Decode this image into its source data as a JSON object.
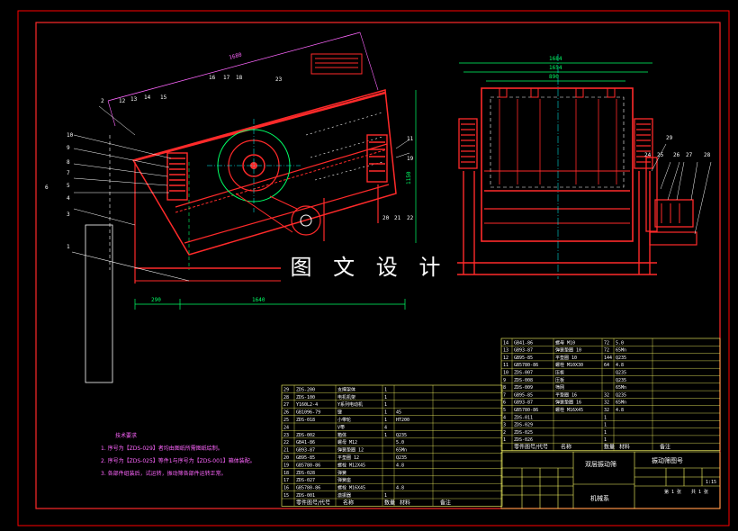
{
  "watermark": "图 文 设 计",
  "colors": {
    "background": "#000000",
    "frame": "#ff0000",
    "machine": "#ff2a2a",
    "dimension": "#00ff66",
    "table_line": "#ffff66",
    "table_text": "#ffffff",
    "notes": "#ff66ff",
    "centerline": "#00ffff"
  },
  "tech_notes": {
    "title": "技术要求",
    "lines": [
      "1. 序号为【ZDS-029】者均由图纸所需图纸绘制。",
      "2. 序号为【ZDS-025】等件1与序号为【ZDS-001】箱体装配。",
      "3. 各部件组装后，试运转，振动筛各部件运转正常。"
    ]
  },
  "parts_left": {
    "header": [
      "零件图号/代号",
      "名称",
      "数量",
      "材料",
      "备注"
    ],
    "rows": [
      [
        "29",
        "ZDS-200",
        "支撑架体",
        "1",
        "",
        ""
      ],
      [
        "28",
        "ZDS-100",
        "电机机架",
        "1",
        "",
        ""
      ],
      [
        "27",
        "Y160L2-4",
        "Y系列电动机",
        "1",
        "",
        ""
      ],
      [
        "26",
        "GB1096-79",
        "键",
        "1",
        "45",
        ""
      ],
      [
        "25",
        "ZDS-018",
        "小带轮",
        "1",
        "HT200",
        ""
      ],
      [
        "24",
        "",
        "V带",
        "4",
        "",
        ""
      ],
      [
        "23",
        "ZDS-002",
        "箱体",
        "1",
        "Q235",
        ""
      ],
      [
        "22",
        "GB41-86",
        "螺母 M12",
        "",
        "5.0",
        ""
      ],
      [
        "21",
        "GB93-87",
        "弹簧垫圈 12",
        "",
        "65Mn",
        ""
      ],
      [
        "20",
        "GB95-85",
        "平垫圈 12",
        "",
        "Q235",
        ""
      ],
      [
        "19",
        "GB5780-86",
        "螺栓 M12X45",
        "",
        "4.8",
        ""
      ],
      [
        "18",
        "ZDS-028",
        "弹簧",
        "",
        "",
        ""
      ],
      [
        "17",
        "ZDS-027",
        "弹簧座",
        "",
        "",
        ""
      ],
      [
        "16",
        "GB5780-86",
        "螺栓 M16X45",
        "",
        "4.8",
        ""
      ],
      [
        "15",
        "ZDS-001",
        "激振器",
        "1",
        "",
        ""
      ]
    ]
  },
  "parts_right": {
    "header": [
      "零件图号/代号",
      "名称",
      "数量",
      "材料",
      "备注"
    ],
    "rows": [
      [
        "14",
        "GB41-86",
        "螺母 M10",
        "72",
        "5.0",
        ""
      ],
      [
        "13",
        "GB93-87",
        "弹簧垫圈 10",
        "72",
        "65Mn",
        ""
      ],
      [
        "12",
        "GB95-85",
        "平垫圈 10",
        "144",
        "Q235",
        ""
      ],
      [
        "11",
        "GB5780-86",
        "螺栓 M10X30",
        "64",
        "4.8",
        ""
      ],
      [
        "10",
        "ZDS-007",
        "压板",
        "",
        "Q235",
        ""
      ],
      [
        "9",
        "ZDS-008",
        "压板",
        "",
        "Q235",
        ""
      ],
      [
        "8",
        "ZDS-009",
        "筛网",
        "",
        "65Mn",
        ""
      ],
      [
        "7",
        "GB95-85",
        "平垫圈 16",
        "32",
        "Q235",
        ""
      ],
      [
        "6",
        "GB93-87",
        "弹簧垫圈 16",
        "32",
        "65Mn",
        ""
      ],
      [
        "5",
        "GB5780-86",
        "螺栓 M16X45",
        "32",
        "4.8",
        ""
      ],
      [
        "4",
        "ZDS-011",
        "",
        "1",
        "",
        ""
      ],
      [
        "3",
        "ZDS-029",
        "",
        "1",
        "",
        ""
      ],
      [
        "2",
        "ZDS-025",
        "",
        "1",
        "",
        ""
      ],
      [
        "1",
        "ZDS-026",
        "",
        "1",
        "",
        ""
      ]
    ]
  },
  "title_block": {
    "name": "双层振动筛",
    "drawing_no": "振动筛图号",
    "company": "机械系",
    "scale": "1:15",
    "sheet": "第 1 张",
    "sheets": "共 1 张"
  },
  "dimensions": {
    "side_top": "1680",
    "side_bottom_a": "290",
    "side_bottom_b": "1640",
    "side_height": "1150",
    "front_w1": "1684",
    "front_w2": "1654",
    "front_w3": "890"
  },
  "callouts_left": [
    "1",
    "2",
    "3",
    "4",
    "5",
    "6",
    "7",
    "8",
    "9",
    "10",
    "11",
    "12",
    "13",
    "14",
    "15",
    "16",
    "17",
    "18",
    "19",
    "20",
    "21",
    "22",
    "23"
  ],
  "callouts_right": [
    "24",
    "25",
    "26",
    "27",
    "28",
    "29"
  ]
}
